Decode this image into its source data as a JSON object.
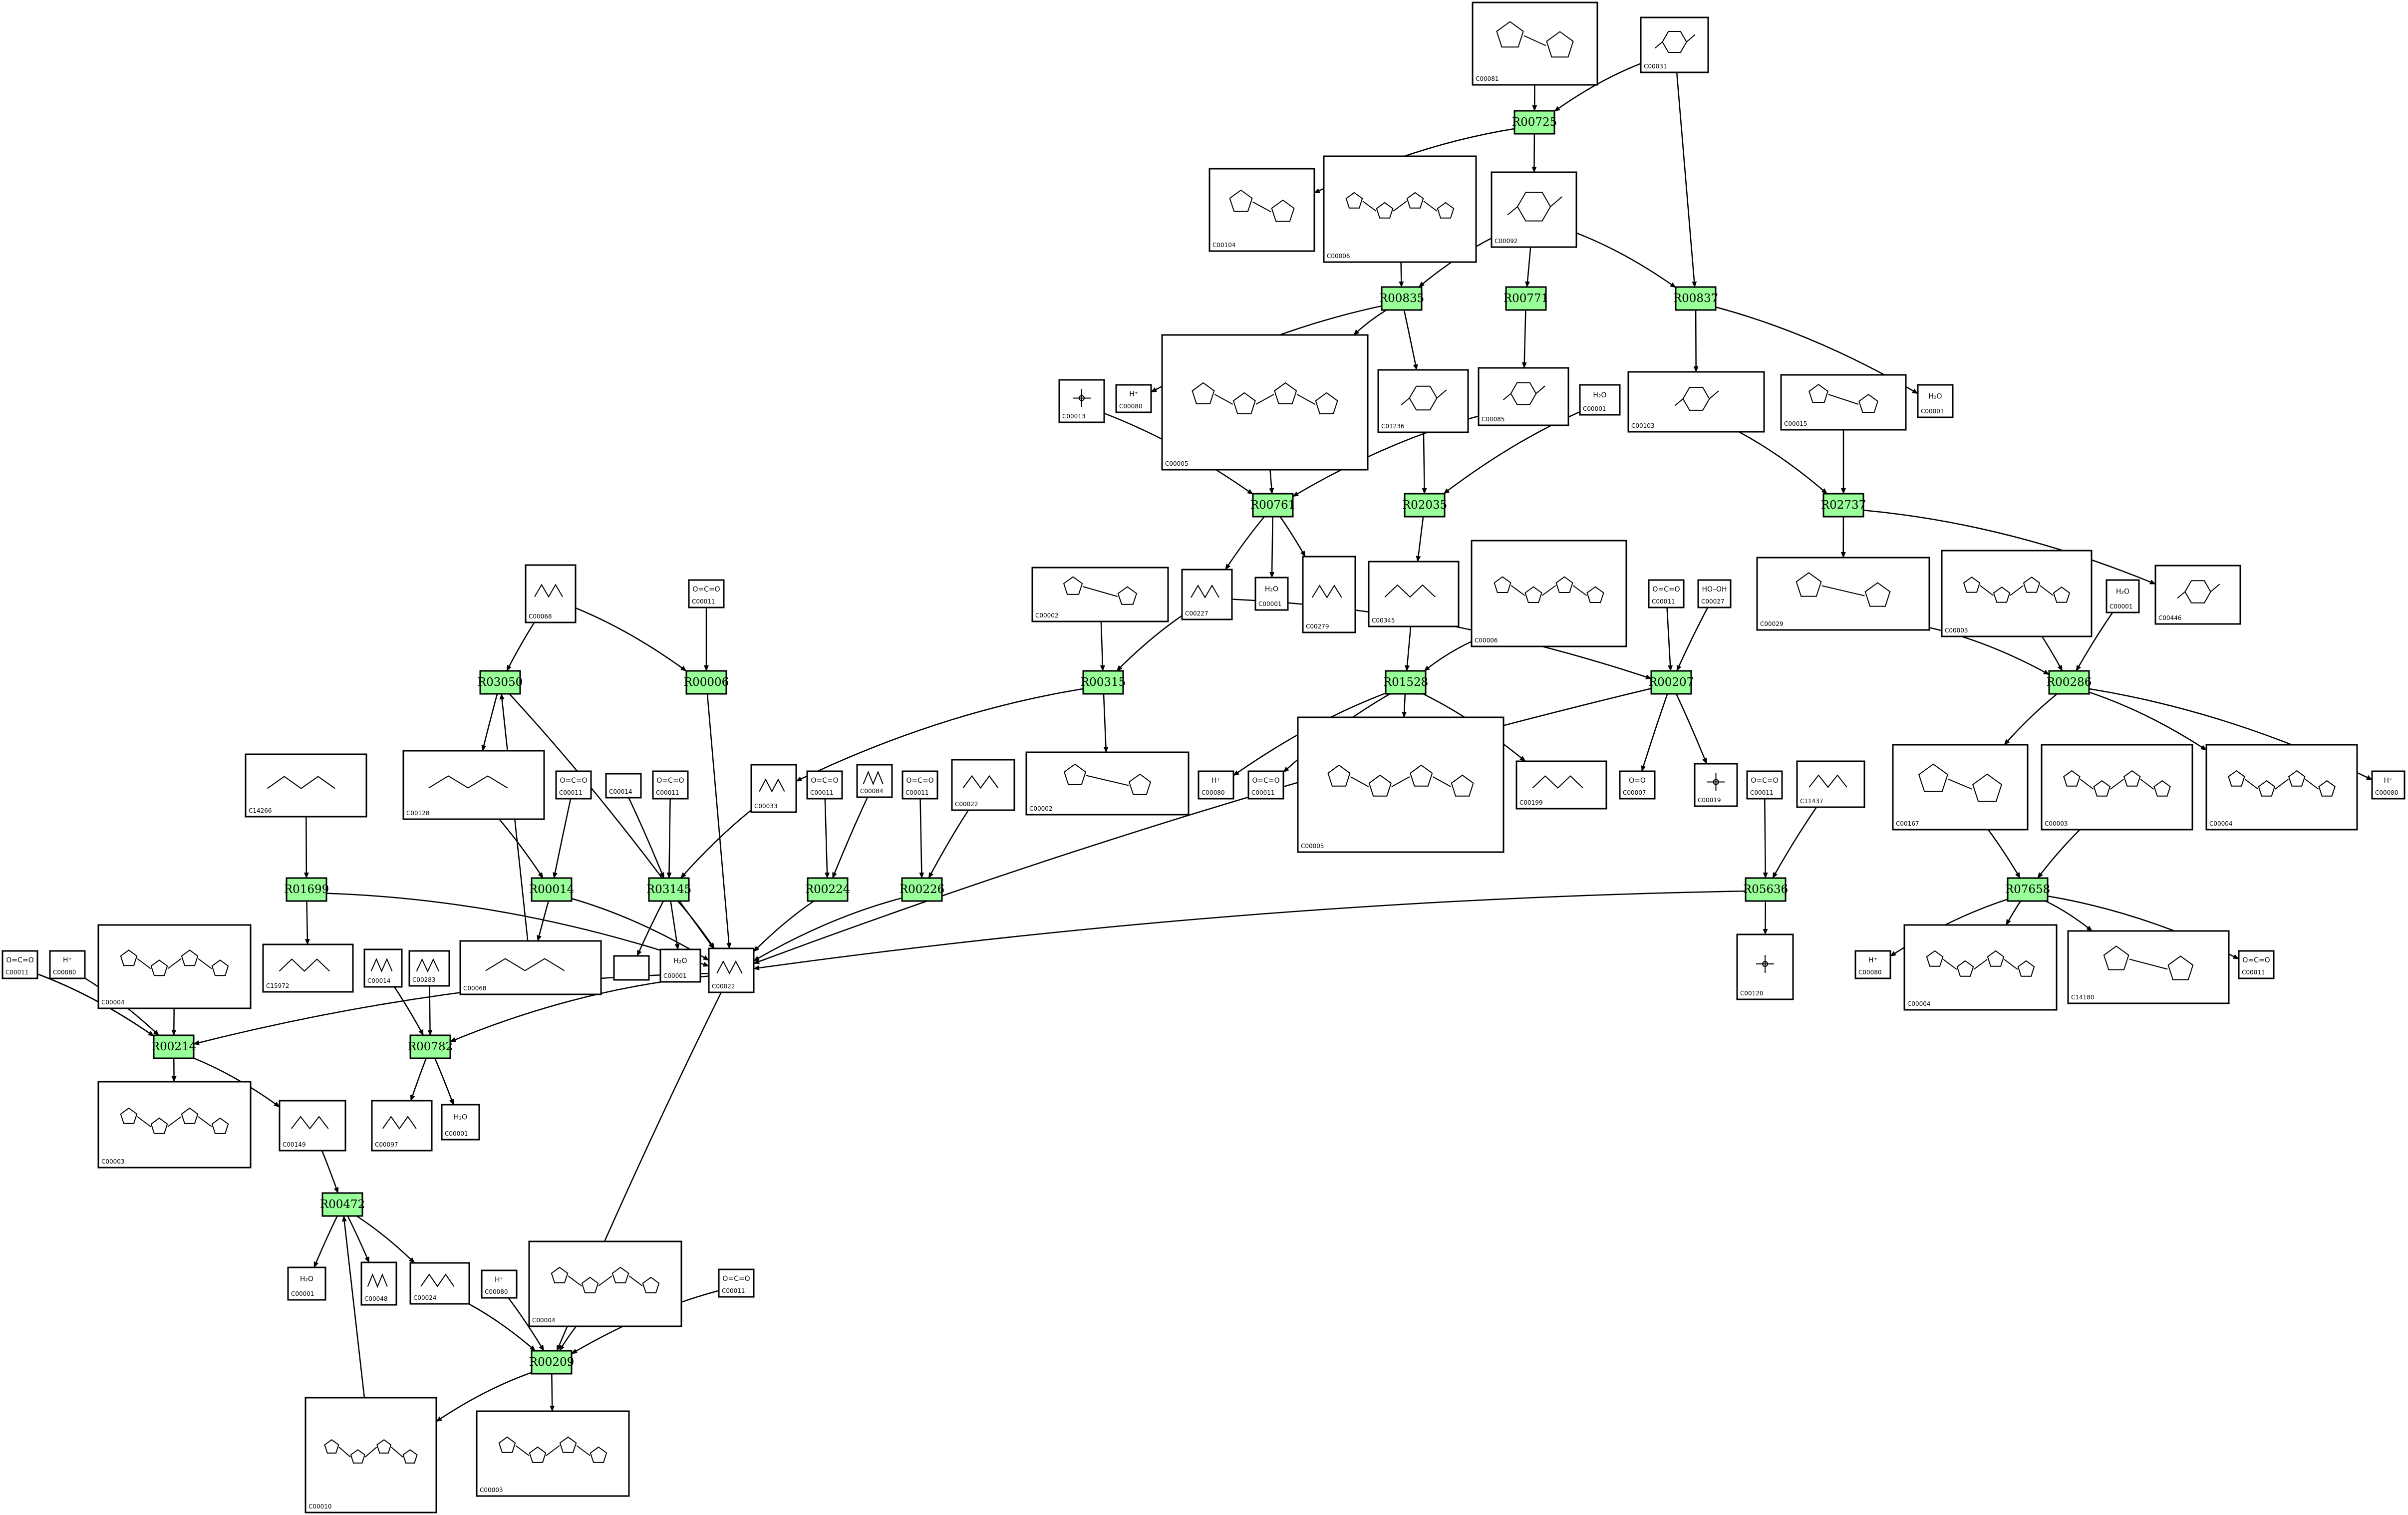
{
  "colors": {
    "reaction_fill": "#99ff99",
    "line": "#000000",
    "compound_fill": "#ffffff"
  },
  "reactions": [
    {
      "id": "R00725",
      "label": "R00725"
    },
    {
      "id": "R00835",
      "label": "R00835"
    },
    {
      "id": "R00771",
      "label": "R00771"
    },
    {
      "id": "R00837",
      "label": "R00837"
    },
    {
      "id": "R00761",
      "label": "R00761"
    },
    {
      "id": "R02035",
      "label": "R02035"
    },
    {
      "id": "R02737",
      "label": "R02737"
    },
    {
      "id": "R03050",
      "label": "R03050"
    },
    {
      "id": "R00006",
      "label": "R00006"
    },
    {
      "id": "R00315",
      "label": "R00315"
    },
    {
      "id": "R01528",
      "label": "R01528"
    },
    {
      "id": "R00207",
      "label": "R00207"
    },
    {
      "id": "R00286",
      "label": "R00286"
    },
    {
      "id": "R01699",
      "label": "R01699"
    },
    {
      "id": "R00014",
      "label": "R00014"
    },
    {
      "id": "R03145",
      "label": "R03145"
    },
    {
      "id": "R00224",
      "label": "R00224"
    },
    {
      "id": "R00226",
      "label": "R00226"
    },
    {
      "id": "R05636",
      "label": "R05636"
    },
    {
      "id": "R07658",
      "label": "R07658"
    },
    {
      "id": "R00214",
      "label": "R00214"
    },
    {
      "id": "R00782",
      "label": "R00782"
    },
    {
      "id": "R00472",
      "label": "R00472"
    },
    {
      "id": "R00209",
      "label": "R00209"
    }
  ],
  "compounds": [
    {
      "key": "c00081",
      "label": "C00081",
      "sym": "",
      "kind": "nucleotide"
    },
    {
      "key": "c00031",
      "label": "C00031",
      "sym": "",
      "kind": "ring"
    },
    {
      "key": "c00104",
      "label": "C00104",
      "sym": "",
      "kind": "nucleotide"
    },
    {
      "key": "c00006_top",
      "label": "C00006",
      "sym": "",
      "kind": "cofactor"
    },
    {
      "key": "c00092",
      "label": "C00092",
      "sym": "",
      "kind": "ring"
    },
    {
      "key": "c00080_a",
      "label": "C00080",
      "sym": "H⁺",
      "kind": "ion"
    },
    {
      "key": "c00013",
      "label": "C00013",
      "sym": "",
      "kind": "phosphate"
    },
    {
      "key": "c00005",
      "label": "C00005",
      "sym": "",
      "kind": "cofactor"
    },
    {
      "key": "c01236",
      "label": "C01236",
      "sym": "",
      "kind": "ring"
    },
    {
      "key": "c00085",
      "label": "C00085",
      "sym": "",
      "kind": "ring"
    },
    {
      "key": "c00001_a",
      "label": "C00001",
      "sym": "H₂O",
      "kind": "ion"
    },
    {
      "key": "c00103",
      "label": "C00103",
      "sym": "",
      "kind": "ring"
    },
    {
      "key": "c00015",
      "label": "C00015",
      "sym": "",
      "kind": "nucleotide"
    },
    {
      "key": "c00001_b",
      "label": "C00001",
      "sym": "H₂O",
      "kind": "ion"
    },
    {
      "key": "c00068",
      "label": "C00068",
      "sym": "",
      "kind": "small"
    },
    {
      "key": "c00011_a",
      "label": "C00011",
      "sym": "O=C=O",
      "kind": "ion"
    },
    {
      "key": "c00002_a",
      "label": "C00002",
      "sym": "",
      "kind": "nucleotide"
    },
    {
      "key": "c00227",
      "label": "C00227",
      "sym": "",
      "kind": "small"
    },
    {
      "key": "c00001_c",
      "label": "C00001",
      "sym": "H₂O",
      "kind": "ion"
    },
    {
      "key": "c00279",
      "label": "C00279",
      "sym": "",
      "kind": "small"
    },
    {
      "key": "c00345",
      "label": "C00345",
      "sym": "",
      "kind": "small"
    },
    {
      "key": "c00006_mid",
      "label": "C00006",
      "sym": "",
      "kind": "cofactor"
    },
    {
      "key": "c00011_b",
      "label": "C00011",
      "sym": "O=C=O",
      "kind": "ion"
    },
    {
      "key": "c00027",
      "label": "C00027",
      "sym": "HO–OH",
      "kind": "ion"
    },
    {
      "key": "c00029",
      "label": "C00029",
      "sym": "",
      "kind": "nucleotide"
    },
    {
      "key": "c00003_r",
      "label": "C00003",
      "sym": "",
      "kind": "cofactor"
    },
    {
      "key": "c00001_d",
      "label": "C00001",
      "sym": "H₂O",
      "kind": "ion"
    },
    {
      "key": "c00446",
      "label": "C00446",
      "sym": "",
      "kind": "ring"
    },
    {
      "key": "c14266",
      "label": "C14266",
      "sym": "",
      "kind": "small"
    },
    {
      "key": "c00128",
      "label": "C00128",
      "sym": "",
      "kind": "small"
    },
    {
      "key": "c00014_a",
      "label": "C00014",
      "sym": "",
      "kind": "empty"
    },
    {
      "key": "c00011_c",
      "label": "C00011",
      "sym": "O=C=O",
      "kind": "ion"
    },
    {
      "key": "c00011_d",
      "label": "C00011",
      "sym": "O=C=O",
      "kind": "ion"
    },
    {
      "key": "c00033",
      "label": "C00033",
      "sym": "",
      "kind": "small"
    },
    {
      "key": "c00011_e",
      "label": "C00011",
      "sym": "O=C=O",
      "kind": "ion"
    },
    {
      "key": "c00084",
      "label": "C00084",
      "sym": "",
      "kind": "small"
    },
    {
      "key": "c00011_f",
      "label": "C00011",
      "sym": "O=C=O",
      "kind": "ion"
    },
    {
      "key": "c00022_src",
      "label": "C00022",
      "sym": "",
      "kind": "small"
    },
    {
      "key": "c00002_b",
      "label": "C00002",
      "sym": "",
      "kind": "nucleotide"
    },
    {
      "key": "c00080_b",
      "label": "C00080",
      "sym": "H⁺",
      "kind": "ion"
    },
    {
      "key": "c00011_g",
      "label": "C00011",
      "sym": "O=C=O",
      "kind": "ion"
    },
    {
      "key": "c00005_b",
      "label": "C00005",
      "sym": "",
      "kind": "cofactor"
    },
    {
      "key": "c00199",
      "label": "C00199",
      "sym": "",
      "kind": "small"
    },
    {
      "key": "c00007",
      "label": "C00007",
      "sym": "O=O",
      "kind": "ion"
    },
    {
      "key": "c00019",
      "label": "C00019",
      "sym": "",
      "kind": "phosphate"
    },
    {
      "key": "c00011_h",
      "label": "C00011",
      "sym": "O=C=O",
      "kind": "ion"
    },
    {
      "key": "c11437",
      "label": "C11437",
      "sym": "",
      "kind": "small"
    },
    {
      "key": "c00167",
      "label": "C00167",
      "sym": "",
      "kind": "nucleotide"
    },
    {
      "key": "c00003_b",
      "label": "C00003",
      "sym": "",
      "kind": "cofactor"
    },
    {
      "key": "c00004_r",
      "label": "C00004",
      "sym": "",
      "kind": "cofactor"
    },
    {
      "key": "c00080_c",
      "label": "C00080",
      "sym": "H⁺",
      "kind": "ion"
    },
    {
      "key": "c00011_i",
      "label": "C00011",
      "sym": "O=C=O",
      "kind": "ion"
    },
    {
      "key": "c00080_d",
      "label": "C00080",
      "sym": "H⁺",
      "kind": "ion"
    },
    {
      "key": "c00004_l",
      "label": "C00004",
      "sym": "",
      "kind": "cofactor"
    },
    {
      "key": "c15972",
      "label": "C15972",
      "sym": "",
      "kind": "small"
    },
    {
      "key": "c00014_b",
      "label": "C00014",
      "sym": "",
      "kind": "small"
    },
    {
      "key": "c00283",
      "label": "C00283",
      "sym": "",
      "kind": "small"
    },
    {
      "key": "c00068_b",
      "label": "C00068",
      "sym": "",
      "kind": "small"
    },
    {
      "key": "blank_box",
      "label": "",
      "sym": "",
      "kind": "empty"
    },
    {
      "key": "c00001_e",
      "label": "C00001",
      "sym": "H₂O",
      "kind": "ion"
    },
    {
      "key": "c00022",
      "label": "C00022",
      "sym": "",
      "kind": "small"
    },
    {
      "key": "c00120",
      "label": "C00120",
      "sym": "",
      "kind": "phosphate"
    },
    {
      "key": "c00080_e",
      "label": "C00080",
      "sym": "H⁺",
      "kind": "ion"
    },
    {
      "key": "c00004_b",
      "label": "C00004",
      "sym": "",
      "kind": "cofactor"
    },
    {
      "key": "c14180",
      "label": "C14180",
      "sym": "",
      "kind": "nucleotide"
    },
    {
      "key": "c00011_j",
      "label": "C00011",
      "sym": "O=C=O",
      "kind": "ion"
    },
    {
      "key": "c00003_l",
      "label": "C00003",
      "sym": "",
      "kind": "cofactor"
    },
    {
      "key": "c00149",
      "label": "C00149",
      "sym": "",
      "kind": "small"
    },
    {
      "key": "c00097",
      "label": "C00097",
      "sym": "",
      "kind": "small"
    },
    {
      "key": "c00001_f",
      "label": "C00001",
      "sym": "H₂O",
      "kind": "ion"
    },
    {
      "key": "c00001_g",
      "label": "C00001",
      "sym": "H₂O",
      "kind": "ion"
    },
    {
      "key": "c00048",
      "label": "C00048",
      "sym": "",
      "kind": "small"
    },
    {
      "key": "c00024",
      "label": "C00024",
      "sym": "",
      "kind": "small"
    },
    {
      "key": "c00080_f",
      "label": "C00080",
      "sym": "H⁺",
      "kind": "ion"
    },
    {
      "key": "c00004_c",
      "label": "C00004",
      "sym": "",
      "kind": "cofactor"
    },
    {
      "key": "c00011_k",
      "label": "C00011",
      "sym": "O=C=O",
      "kind": "ion"
    },
    {
      "key": "c00010",
      "label": "C00010",
      "sym": "",
      "kind": "cofactor"
    },
    {
      "key": "c00003_c",
      "label": "C00003",
      "sym": "",
      "kind": "cofactor"
    }
  ]
}
